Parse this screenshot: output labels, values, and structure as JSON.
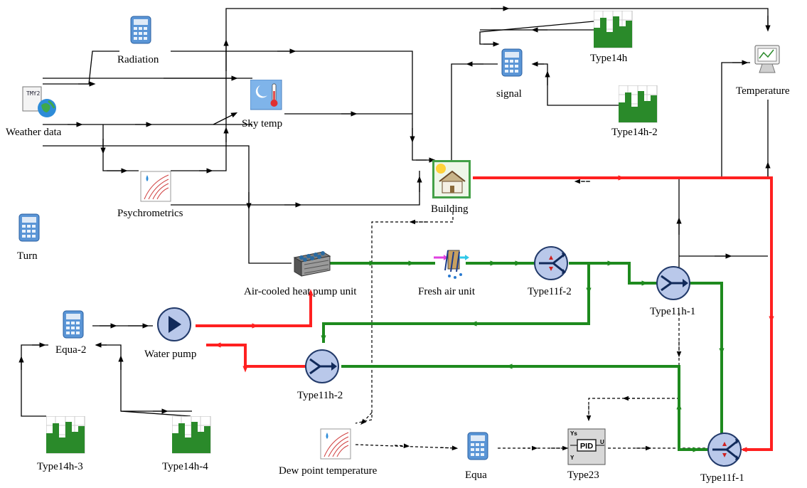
{
  "components": {
    "weather": "Weather data",
    "radiation": "Radiation",
    "sky_temp": "Sky temp",
    "psychrometrics": "Psychrometrics",
    "turn": "Turn",
    "building": "Building",
    "signal": "signal",
    "type14h": "Type14h",
    "type14h_2": "Type14h-2",
    "temperature": "Temperature",
    "heat_pump": "Air-cooled heat pump unit",
    "fresh_air": "Fresh air unit",
    "type11f_2": "Type11f-2",
    "type11h_1": "Type11h-1",
    "equa_2": "Equa-2",
    "water_pump": "Water pump",
    "type11h_2": "Type11h-2",
    "type14h_3": "Type14h-3",
    "type14h_4": "Type14h-4",
    "dew_point": "Dew point temperature",
    "equa": "Equa",
    "type23": "Type23",
    "type11f_1": "Type11f-1"
  },
  "icon_text": {
    "tmy": "TMY2",
    "pid": "PID",
    "ys": "Ys",
    "u": "U",
    "y": "Y"
  },
  "colors": {
    "control_wire": "#000000",
    "hot_water": "#ff2020",
    "chilled_water": "#1e8a1e",
    "calc_icon": "#3a78c8",
    "plotter_bars": "#2a8a2a"
  }
}
